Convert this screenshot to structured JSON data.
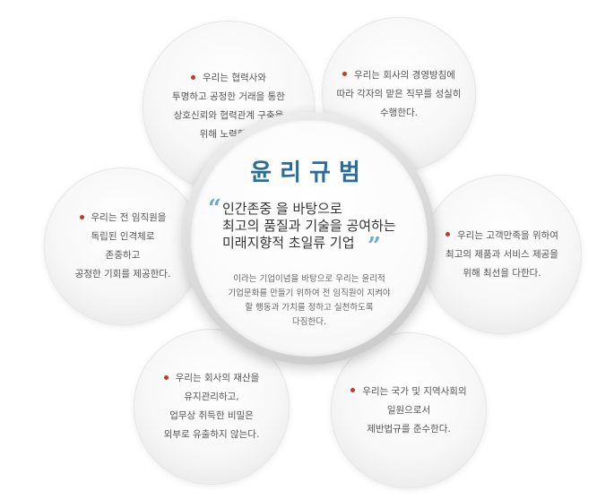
{
  "center": {
    "title": "윤리규범",
    "motto": [
      "인간존중 을 바탕으로",
      "최고의 품질과 기술을 공여하는",
      "미래지향적 초일류 기업"
    ],
    "description": [
      "이라는 기업이념을 바탕으로 우리는 윤리적",
      "기업문화를 만들기 위하여  전 임직원이 지켜야",
      "할 행동과 가치를 정하고 실천하도록",
      "다짐한다."
    ]
  },
  "principles": [
    {
      "lines": [
        "우리는 협력사와",
        "투명하고 공정한 거래을 통한",
        "상호신뢰와 협력관계 구축을",
        "위해 노력한다."
      ]
    },
    {
      "lines": [
        "우리는 회사의 경영방침에",
        "따라 각자의 맡은 직무를 성실히",
        "수행한다."
      ]
    },
    {
      "lines": [
        "우리는 전 임직원을",
        "독립된 인격체로",
        "존중하고",
        "공정한 기회를 제공한다."
      ]
    },
    {
      "lines": [
        "우리는 고객만족을 위하여",
        "최고의 제품과 서비스 제공을",
        "위해 최선을 다한다."
      ]
    },
    {
      "lines": [
        "우리는 회사의 재산을",
        "유지관리하고,",
        "업무상 취득한 비밀은",
        "외부로 유출하지 않는다."
      ]
    },
    {
      "lines": [
        "우리는 국가 및 지역사회의",
        "일원으로서",
        "제반법규를 준수한다."
      ]
    }
  ],
  "colors": {
    "title": "#2a6d97",
    "bullet": "#c0392b",
    "quote": "#6aa9cf"
  }
}
